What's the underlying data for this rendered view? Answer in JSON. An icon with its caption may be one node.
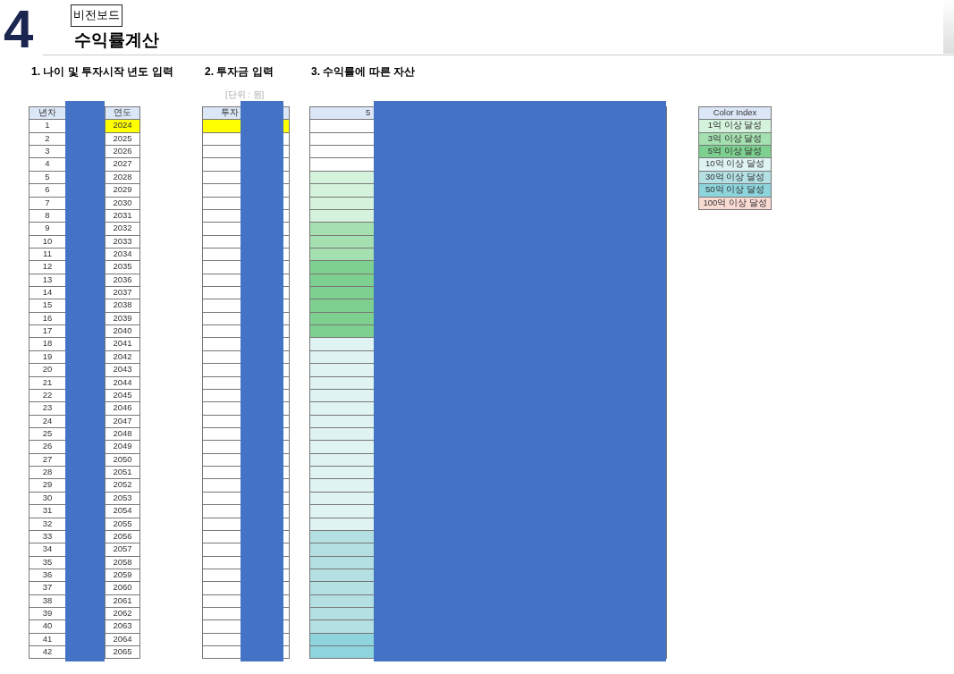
{
  "diagram": {
    "title": "수익률계산",
    "nodes": [
      {
        "text": [
          "비전보드"
        ]
      }
    ],
    "labels": [
      "4",
      "1. 나이 및 투자시작 년도 입력",
      "2. 투자금 입력",
      "3. 수익률에 따른 자산",
      "[단위 : 원]",
      "년차",
      "연도",
      "투자",
      "5",
      "1",
      "2024",
      "2",
      "2025",
      "3",
      "2026",
      "4",
      "2027",
      "5",
      "2028",
      "6",
      "2029",
      "7",
      "2030",
      "8",
      "2031",
      "9",
      "2032",
      "10",
      "2033",
      "11",
      "2034",
      "12",
      "2035",
      "13",
      "2036",
      "14",
      "2037",
      "15",
      "2038",
      "16",
      "2039",
      "17",
      "2040",
      "18",
      "2041",
      "19",
      "2042",
      "20",
      "2043",
      "21",
      "2044",
      "22",
      "2045",
      "23",
      "2046",
      "24",
      "2047",
      "25",
      "2048",
      "26",
      "2049",
      "27",
      "2050",
      "28",
      "2051",
      "29",
      "2052",
      "30",
      "2053",
      "31",
      "2054",
      "32",
      "2055",
      "33",
      "2056",
      "34",
      "2057",
      "35",
      "2058",
      "36",
      "2059",
      "37",
      "2060",
      "38",
      "2061",
      "39",
      "2062",
      "40",
      "2063",
      "41",
      "2064",
      "42",
      "2065",
      "Color Index"
    ],
    "legend": [
      {
        "text": "1억 이상 달성",
        "color": "#d5f2dc"
      },
      {
        "text": "3억 이상 달성",
        "color": "#a5e0b1"
      },
      {
        "text": "5억 이상 달성",
        "color": "#7dd08f"
      },
      {
        "text": "10억 이상 달성",
        "color": "#dff3f3"
      },
      {
        "text": "30억 이상 달성",
        "color": "#b4e0e4"
      },
      {
        "text": "50억 이상 달성",
        "color": "#8ed4dc"
      },
      {
        "text": "100억 이상 달성",
        "color": "#fadbd4"
      }
    ]
  }
}
